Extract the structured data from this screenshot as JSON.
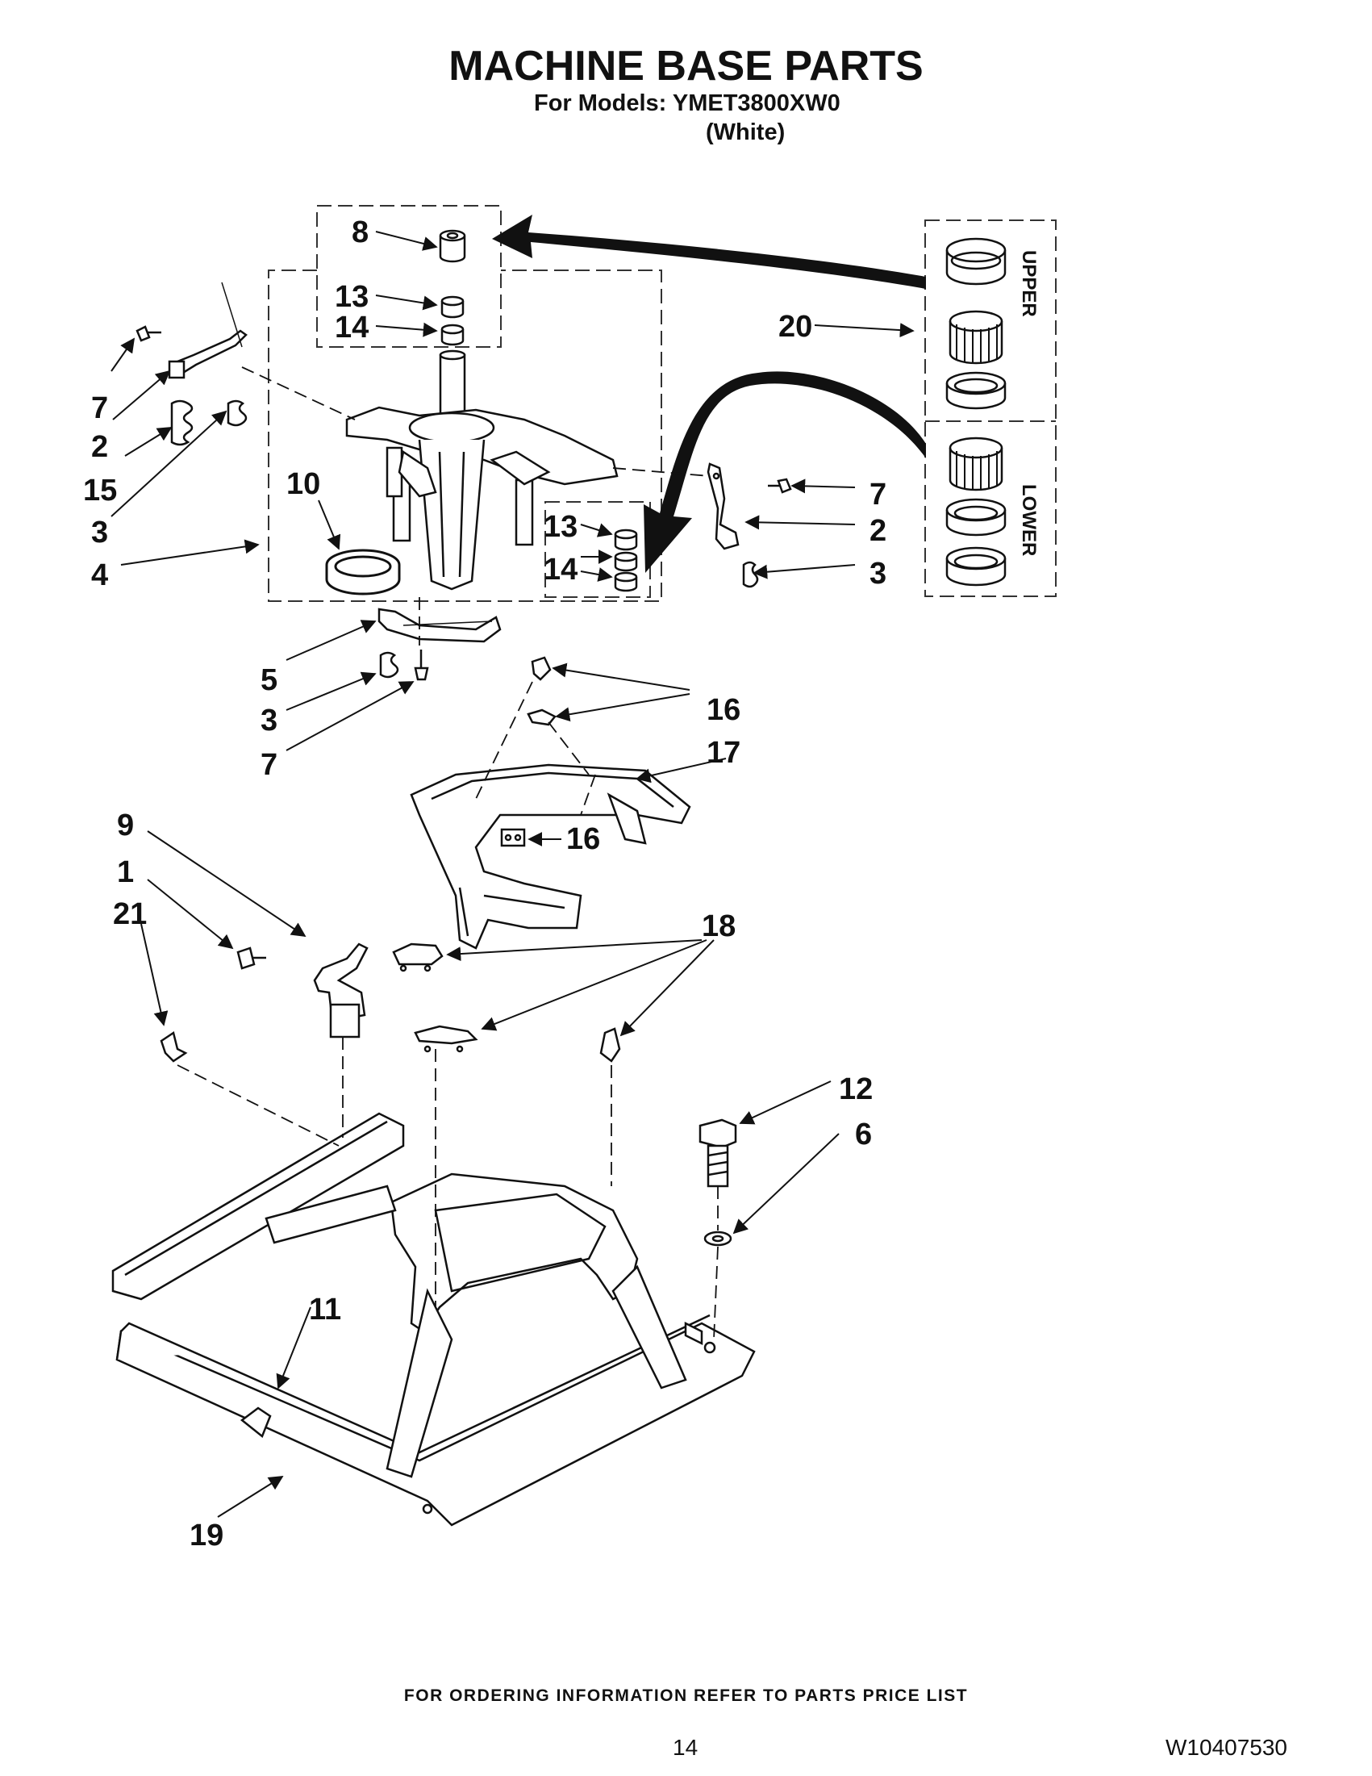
{
  "header": {
    "title": "MACHINE BASE PARTS",
    "models_line": "For Models: YMET3800XW0",
    "color_line": "(White)"
  },
  "kit_labels": {
    "upper": "UPPER",
    "lower": "LOWER"
  },
  "callouts": [
    {
      "id": "c8",
      "text": "8"
    },
    {
      "id": "c13a",
      "text": "13"
    },
    {
      "id": "c14a",
      "text": "14"
    },
    {
      "id": "c20",
      "text": "20"
    },
    {
      "id": "c7a",
      "text": "7"
    },
    {
      "id": "c2a",
      "text": "2"
    },
    {
      "id": "c15",
      "text": "15"
    },
    {
      "id": "c3a",
      "text": "3"
    },
    {
      "id": "c10",
      "text": "10"
    },
    {
      "id": "c4",
      "text": "4"
    },
    {
      "id": "c13b",
      "text": "13"
    },
    {
      "id": "c14b",
      "text": "14"
    },
    {
      "id": "c7b",
      "text": "7"
    },
    {
      "id": "c2b",
      "text": "2"
    },
    {
      "id": "c3b",
      "text": "3"
    },
    {
      "id": "c5",
      "text": "5"
    },
    {
      "id": "c3c",
      "text": "3"
    },
    {
      "id": "c7c",
      "text": "7"
    },
    {
      "id": "c16a",
      "text": "16"
    },
    {
      "id": "c17",
      "text": "17"
    },
    {
      "id": "c16b",
      "text": "16"
    },
    {
      "id": "c9",
      "text": "9"
    },
    {
      "id": "c1",
      "text": "1"
    },
    {
      "id": "c21",
      "text": "21"
    },
    {
      "id": "c18",
      "text": "18"
    },
    {
      "id": "c12",
      "text": "12"
    },
    {
      "id": "c6",
      "text": "6"
    },
    {
      "id": "c11",
      "text": "11"
    },
    {
      "id": "c19",
      "text": "19"
    }
  ],
  "footer": {
    "ordering_note": "FOR ORDERING INFORMATION REFER TO PARTS PRICE LIST",
    "page_number": "14",
    "document_number": "W10407530"
  }
}
